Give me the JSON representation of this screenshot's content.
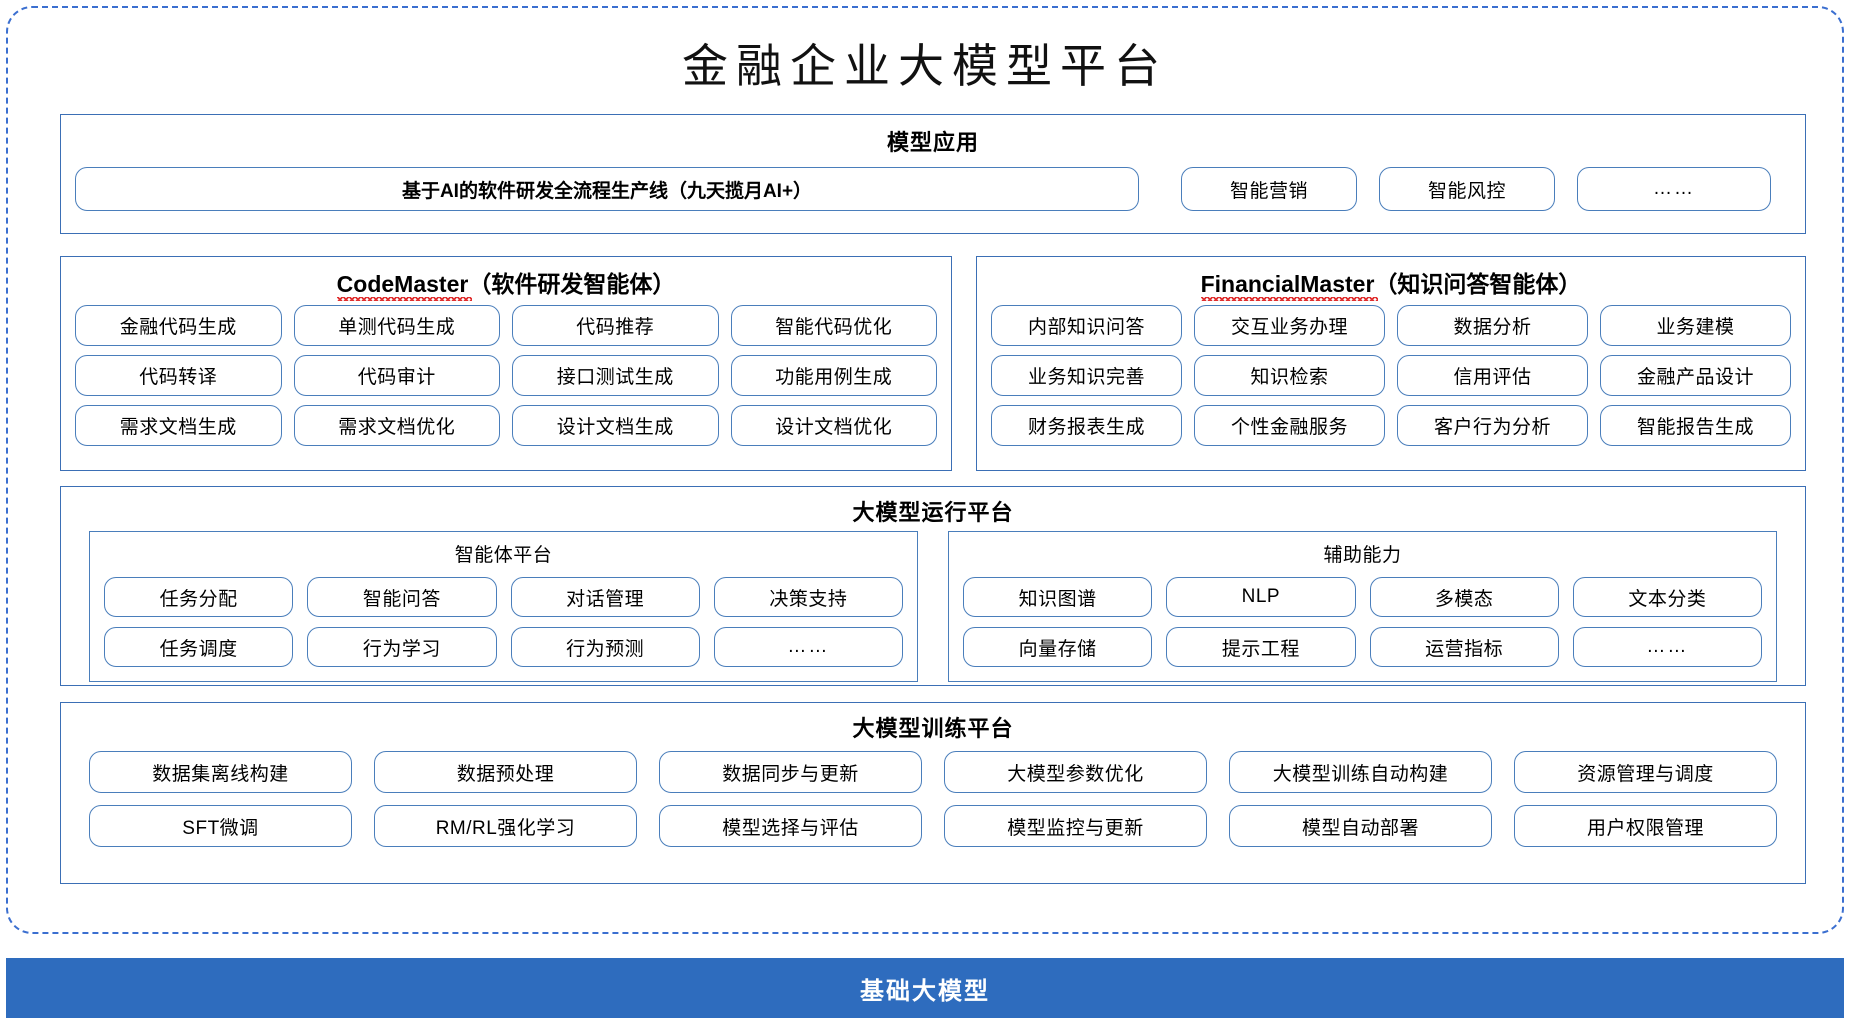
{
  "page": {
    "title": "金融企业大模型平台",
    "accent_color": "#2e6cbe",
    "border_color": "#3b6fb5",
    "pill_border_color": "#4a7ebb"
  },
  "apps": {
    "title": "模型应用",
    "flagship": "基于AI的软件研发全流程生产线（九天揽月AI+）",
    "items": [
      "智能营销",
      "智能风控",
      "……"
    ]
  },
  "agents": [
    {
      "name_en": "CodeMaster",
      "name_cn": "（软件研发智能体）",
      "rows": [
        [
          "金融代码生成",
          "单测代码生成",
          "代码推荐",
          "智能代码优化"
        ],
        [
          "代码转译",
          "代码审计",
          "接口测试生成",
          "功能用例生成"
        ],
        [
          "需求文档生成",
          "需求文档优化",
          "设计文档生成",
          "设计文档优化"
        ]
      ]
    },
    {
      "name_en": "FinancialMaster",
      "name_cn": "（知识问答智能体）",
      "rows": [
        [
          "内部知识问答",
          "交互业务办理",
          "数据分析",
          "业务建模"
        ],
        [
          "业务知识完善",
          "知识检索",
          "信用评估",
          "金融产品设计"
        ],
        [
          "财务报表生成",
          "个性金融服务",
          "客户行为分析",
          "智能报告生成"
        ]
      ]
    }
  ],
  "runtime": {
    "title": "大模型运行平台",
    "subpanels": [
      {
        "title": "智能体平台",
        "rows": [
          [
            "任务分配",
            "智能问答",
            "对话管理",
            "决策支持"
          ],
          [
            "任务调度",
            "行为学习",
            "行为预测",
            "……"
          ]
        ]
      },
      {
        "title": "辅助能力",
        "rows": [
          [
            "知识图谱",
            "NLP",
            "多模态",
            "文本分类"
          ],
          [
            "向量存储",
            "提示工程",
            "运营指标",
            "……"
          ]
        ]
      }
    ]
  },
  "training": {
    "title": "大模型训练平台",
    "rows": [
      [
        "数据集离线构建",
        "数据预处理",
        "数据同步与更新",
        "大模型参数优化",
        "大模型训练自动构建",
        "资源管理与调度"
      ],
      [
        "SFT微调",
        "RM/RL强化学习",
        "模型选择与评估",
        "模型监控与更新",
        "模型自动部署",
        "用户权限管理"
      ]
    ]
  },
  "base": {
    "label": "基础大模型"
  }
}
